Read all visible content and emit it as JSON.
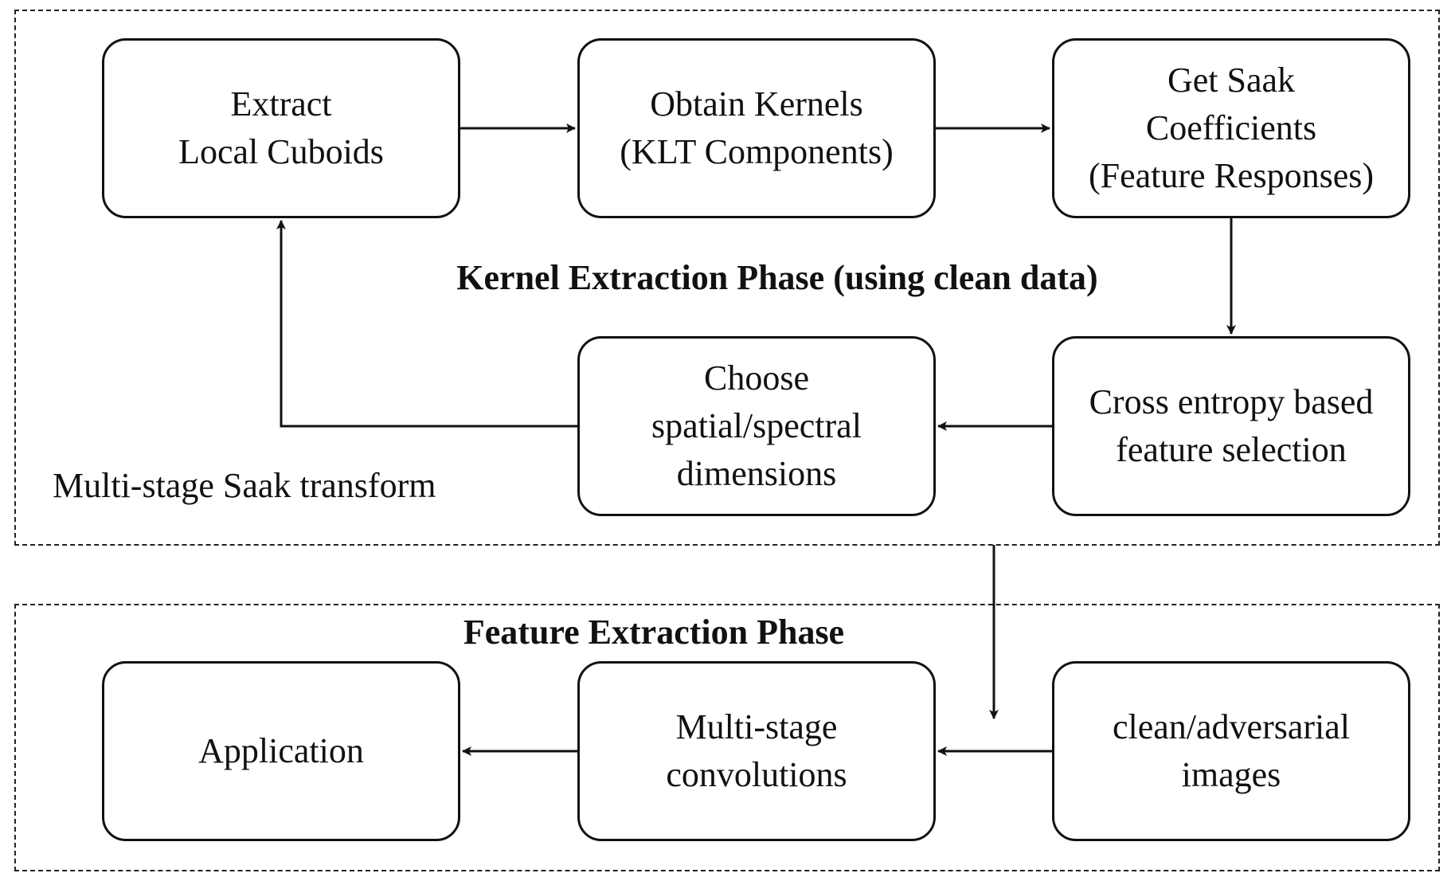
{
  "diagram": {
    "kernel_region": {
      "phase_label": "Kernel Extraction Phase  (using clean data)",
      "transform_label": "Multi-stage Saak transform"
    },
    "feature_region": {
      "phase_label": "Feature Extraction Phase"
    },
    "nodes": {
      "extract": [
        "Extract",
        "Local Cuboids"
      ],
      "obtain": [
        "Obtain Kernels",
        "(KLT Components)"
      ],
      "get_saak": [
        "Get Saak",
        "Coefficients",
        "(Feature Responses)"
      ],
      "choose": [
        "Choose",
        "spatial/spectral",
        "dimensions"
      ],
      "cross_entropy": [
        "Cross entropy based",
        "feature selection"
      ],
      "application": [
        "Application"
      ],
      "convolutions": [
        "Multi-stage",
        "convolutions"
      ],
      "images": [
        "clean/adversarial",
        "images"
      ]
    },
    "colors": {
      "stroke": "#111111",
      "background": "#ffffff"
    }
  }
}
